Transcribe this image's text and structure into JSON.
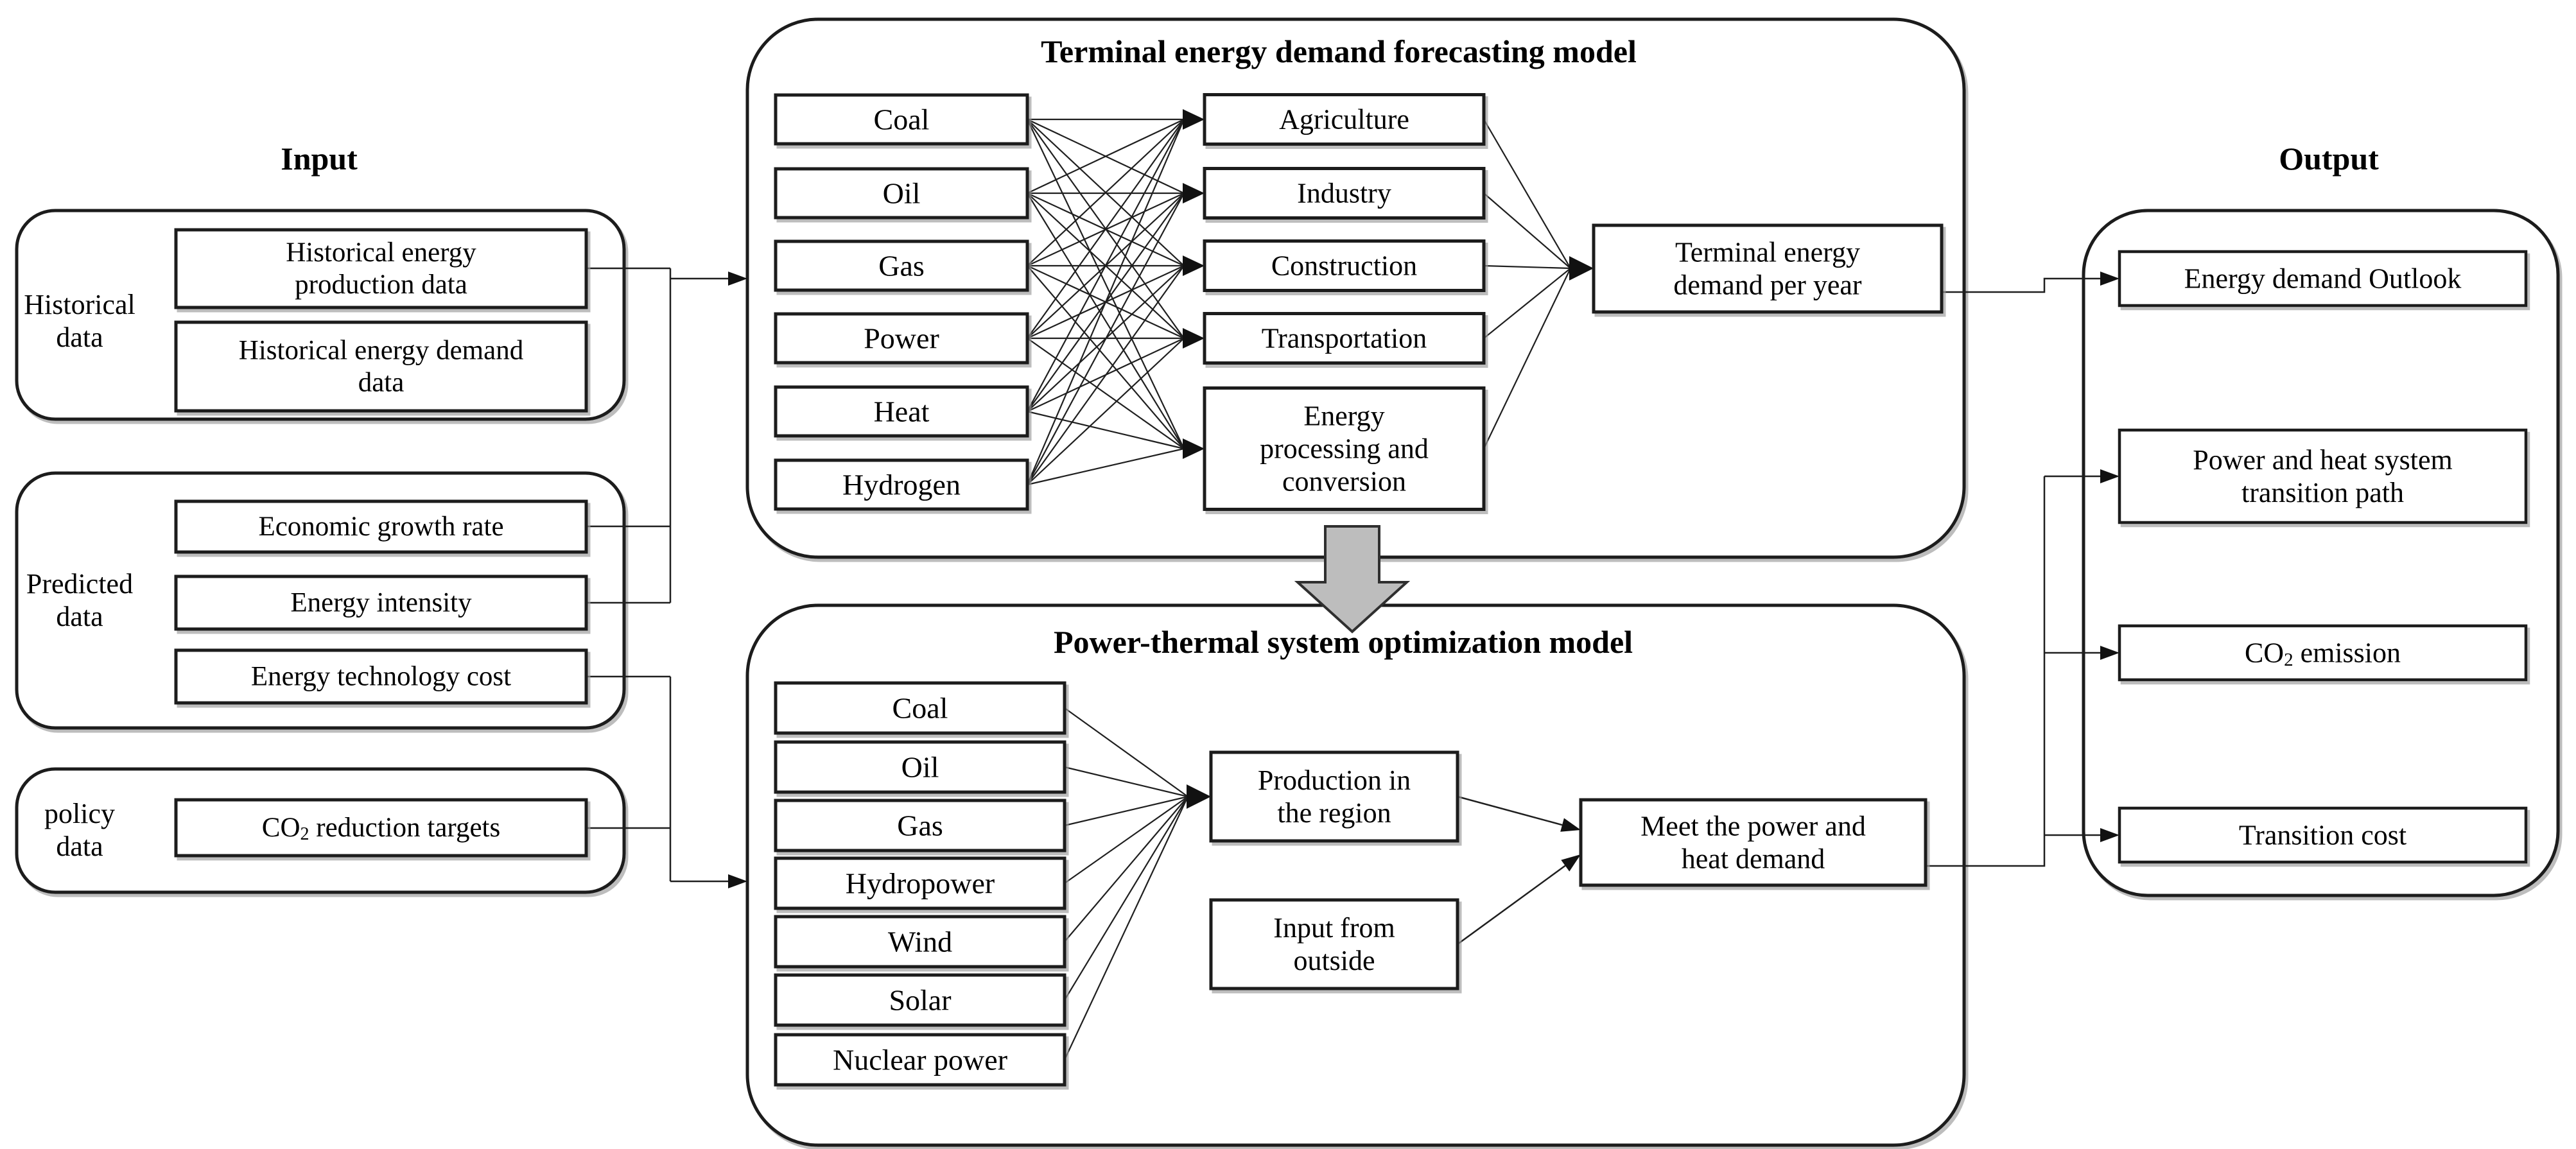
{
  "page": {
    "background": "#ffffff"
  },
  "colors": {
    "line": "#1f1f1f",
    "box_fill": "#ffffff",
    "box_stroke": "#1c1c1c",
    "arrow_fill": "#111111",
    "big_arrow_fill": "#bdbdbd",
    "big_arrow_stroke": "#2f2f2f",
    "shadow": "#9a9a9a",
    "text": "#000000"
  },
  "input_section": {
    "title": "Input",
    "groups": [
      {
        "id": "historical-data",
        "label_lines": [
          "Historical",
          "data"
        ],
        "boxes": [
          {
            "id": "historical-energy-production-data",
            "lines": [
              "Historical energy",
              "production data"
            ]
          },
          {
            "id": "historical-energy-demand-data",
            "lines": [
              "Historical energy demand",
              "data"
            ]
          }
        ]
      },
      {
        "id": "predicted-data",
        "label_lines": [
          "Predicted",
          "data"
        ],
        "boxes": [
          {
            "id": "economic-growth-rate",
            "lines": [
              "Economic growth rate"
            ]
          },
          {
            "id": "energy-intensity",
            "lines": [
              "Energy intensity"
            ]
          },
          {
            "id": "energy-technology-cost",
            "lines": [
              "Energy technology cost"
            ]
          }
        ]
      },
      {
        "id": "policy-data",
        "label_lines": [
          "policy",
          "data"
        ],
        "boxes": [
          {
            "id": "co2-reduction-targets",
            "lines": [
              [
                {
                  "t": "CO"
                },
                {
                  "t": "2",
                  "sub": true
                },
                {
                  "t": " reduction targets"
                }
              ]
            ]
          }
        ]
      }
    ]
  },
  "forecasting_model": {
    "title": "Terminal energy demand forecasting model",
    "energy_sources": [
      "Coal",
      "Oil",
      "Gas",
      "Power",
      "Heat",
      "Hydrogen"
    ],
    "sectors": [
      {
        "id": "agriculture",
        "lines": [
          "Agriculture"
        ]
      },
      {
        "id": "industry",
        "lines": [
          "Industry"
        ]
      },
      {
        "id": "construction",
        "lines": [
          "Construction"
        ]
      },
      {
        "id": "transportation",
        "lines": [
          "Transportation"
        ]
      },
      {
        "id": "energy-processing-and-conversion",
        "lines": [
          "Energy",
          "processing and",
          "conversion"
        ]
      }
    ],
    "result": {
      "id": "terminal-energy-demand-per-year",
      "lines": [
        "Terminal energy",
        "demand per year"
      ]
    }
  },
  "optimization_model": {
    "title": "Power-thermal system optimization model",
    "energy_sources": [
      "Coal",
      "Oil",
      "Gas",
      "Hydropower",
      "Wind",
      "Solar",
      "Nuclear power"
    ],
    "production": {
      "id": "production-in-the-region",
      "lines": [
        "Production in",
        "the region"
      ]
    },
    "outside_input": {
      "id": "input-from-outside",
      "lines": [
        "Input from",
        "outside"
      ]
    },
    "result": {
      "id": "meet-the-power-and-heat-demand",
      "lines": [
        "Meet the power and",
        "heat demand"
      ]
    }
  },
  "output_section": {
    "title": "Output",
    "items": [
      {
        "id": "energy-demand-outlook",
        "lines": [
          "Energy demand Outlook"
        ]
      },
      {
        "id": "power-and-heat-system-transition-path",
        "lines": [
          "Power and heat system",
          "transition path"
        ]
      },
      {
        "id": "co2-emission",
        "lines": [
          [
            {
              "t": "CO"
            },
            {
              "t": "2",
              "sub": true
            },
            {
              "t": " emission"
            }
          ]
        ]
      },
      {
        "id": "transition-cost",
        "lines": [
          "Transition cost"
        ]
      }
    ]
  }
}
